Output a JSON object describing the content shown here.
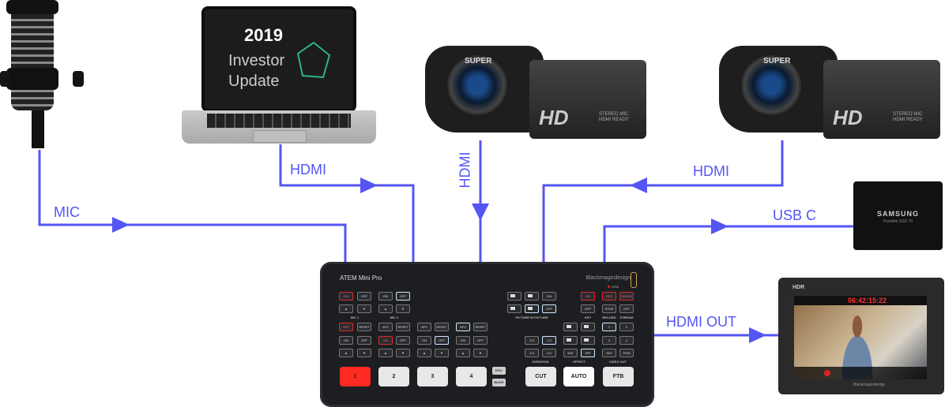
{
  "colors": {
    "wire": "#5555f5",
    "accent_red": "#ff2a22"
  },
  "connections": {
    "mic": "MIC",
    "laptop_hdmi": "HDMI",
    "camera1_hdmi": "HDMI",
    "camera2_hdmi": "HDMI",
    "usb": "USB C",
    "hdmi_out": "HDMI OUT"
  },
  "laptop": {
    "year": "2019",
    "line1": "Investor",
    "line2": "Update"
  },
  "cameras": [
    {
      "badge": "SUPER",
      "hd": "HD",
      "info": "STEREO MIC HDMI READY"
    },
    {
      "badge": "SUPER",
      "hd": "HD",
      "info": "STEREO MIC HDMI READY"
    }
  ],
  "ssd": {
    "brand": "SAMSUNG",
    "model": "Portable SSD T5"
  },
  "monitor": {
    "hdr": "HDR",
    "timecode": "06:42:15:22",
    "brand": "Blackmagicdesign"
  },
  "atem": {
    "title": "ATEM Mini Pro",
    "brand": "Blackmagicdesign",
    "disk": "DISK",
    "sections": [
      "MIC 1",
      "MIC 2",
      "PICTURE IN PICTURE",
      "KEY",
      "RECORD",
      "STREAM",
      "DURATION",
      "EFFECT",
      "VIDEO OUT"
    ],
    "small_buttons": [
      "ON",
      "OFF",
      "ON",
      "OFF",
      "ON",
      "ON",
      "REC",
      "ON AIR",
      "▲",
      "▼",
      "▲",
      "▼",
      "OFF",
      "OFF",
      "STOP",
      "OFF",
      "AFV",
      "RESET",
      "AFV",
      "RESET",
      "AFV",
      "RESET",
      "AFV",
      "RESET",
      "1",
      "2",
      "ON",
      "OFF",
      "ON",
      "OFF",
      "ON",
      "OFF",
      "ON",
      "OFF",
      "0.5",
      "1.0",
      "3",
      "4",
      "▲",
      "▼",
      "▲",
      "▼",
      "▲",
      "▼",
      "▲",
      "▼",
      "1.5",
      "2.0",
      "MIX",
      "DIP",
      "M/V",
      "PGM"
    ],
    "inputs": [
      "1",
      "2",
      "3",
      "4"
    ],
    "still": "STILL",
    "black": "BLACK",
    "cut": "CUT",
    "auto": "AUTO",
    "ftb": "FTB"
  }
}
